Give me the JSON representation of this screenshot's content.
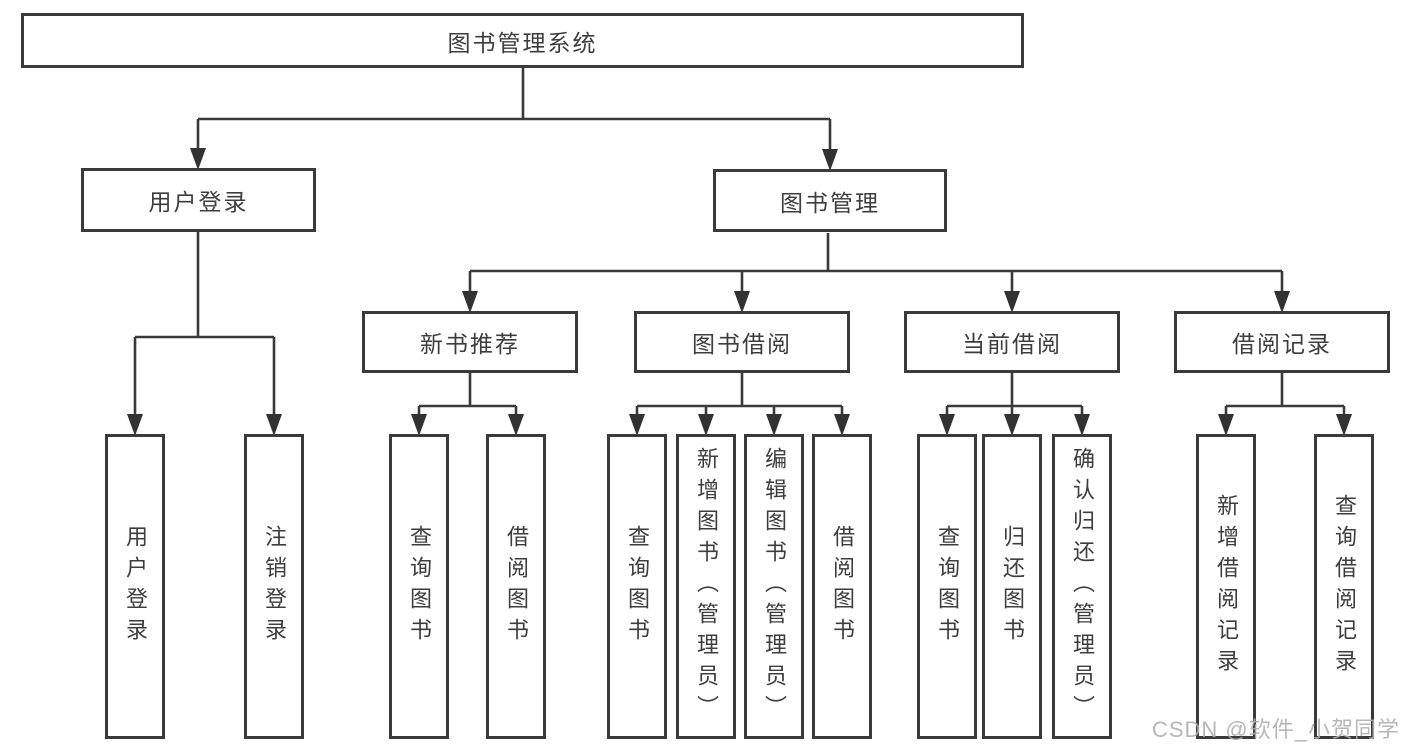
{
  "tree": {
    "root": {
      "label": "图书管理系统",
      "children": [
        {
          "label": "用户登录",
          "children": [
            {
              "label": "用户登录"
            },
            {
              "label": "注销登录"
            }
          ]
        },
        {
          "label": "图书管理",
          "children": [
            {
              "label": "新书推荐",
              "children": [
                {
                  "label": "查询图书"
                },
                {
                  "label": "借阅图书"
                }
              ]
            },
            {
              "label": "图书借阅",
              "children": [
                {
                  "label": "查询图书"
                },
                {
                  "label": "新增图书（管理员）"
                },
                {
                  "label": "编辑图书（管理员）"
                },
                {
                  "label": "借阅图书"
                }
              ]
            },
            {
              "label": "当前借阅",
              "children": [
                {
                  "label": "查询图书"
                },
                {
                  "label": "归还图书"
                },
                {
                  "label": "确认归还（管理员）"
                }
              ]
            },
            {
              "label": "借阅记录",
              "children": [
                {
                  "label": "新增借阅记录"
                },
                {
                  "label": "查询借阅记录"
                }
              ]
            }
          ]
        }
      ]
    }
  },
  "watermark": {
    "text": "CSDN @软件_小贺同学"
  },
  "colors": {
    "line": "#3a3a3a",
    "text": "#3d3d3d",
    "watermark": "#afafaf"
  }
}
